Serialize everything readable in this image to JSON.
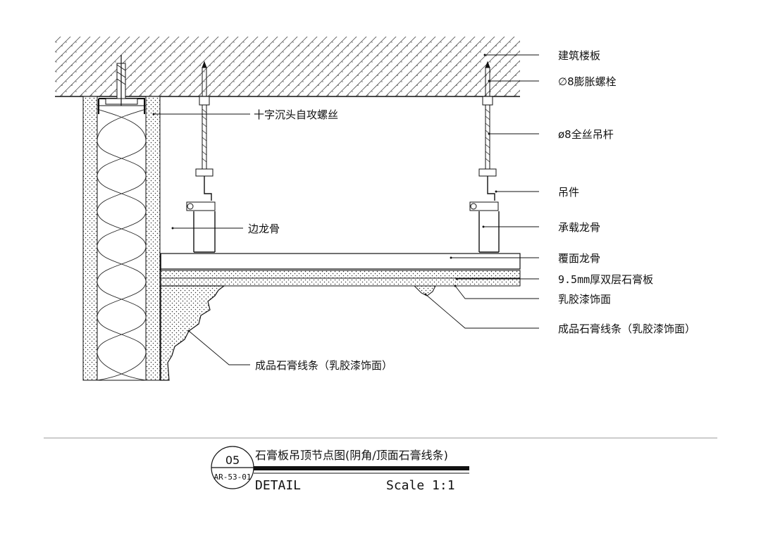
{
  "labels": {
    "floor_slab": "建筑楼板",
    "expansion_bolt": "∅8膨胀螺栓",
    "tapping_screw": "十字沉头自攻螺丝",
    "threaded_rod": "ø8全丝吊杆",
    "hanger": "吊件",
    "edge_keel": "边龙骨",
    "main_keel": "承载龙骨",
    "cover_keel": "覆面龙骨",
    "gypsum_board": "9.5mm厚双层石膏板",
    "latex_finish": "乳胶漆饰面",
    "moulding_ceiling": "成品石膏线条（乳胶漆饰面）",
    "moulding_corner": "成品石膏线条（乳胶漆饰面）"
  },
  "title_block": {
    "number": "05",
    "sheet_ref": "AR-53-01",
    "title": "石膏板吊顶节点图(阴角/顶面石膏线条)",
    "detail": "DETAIL",
    "scale": "Scale 1:1"
  }
}
